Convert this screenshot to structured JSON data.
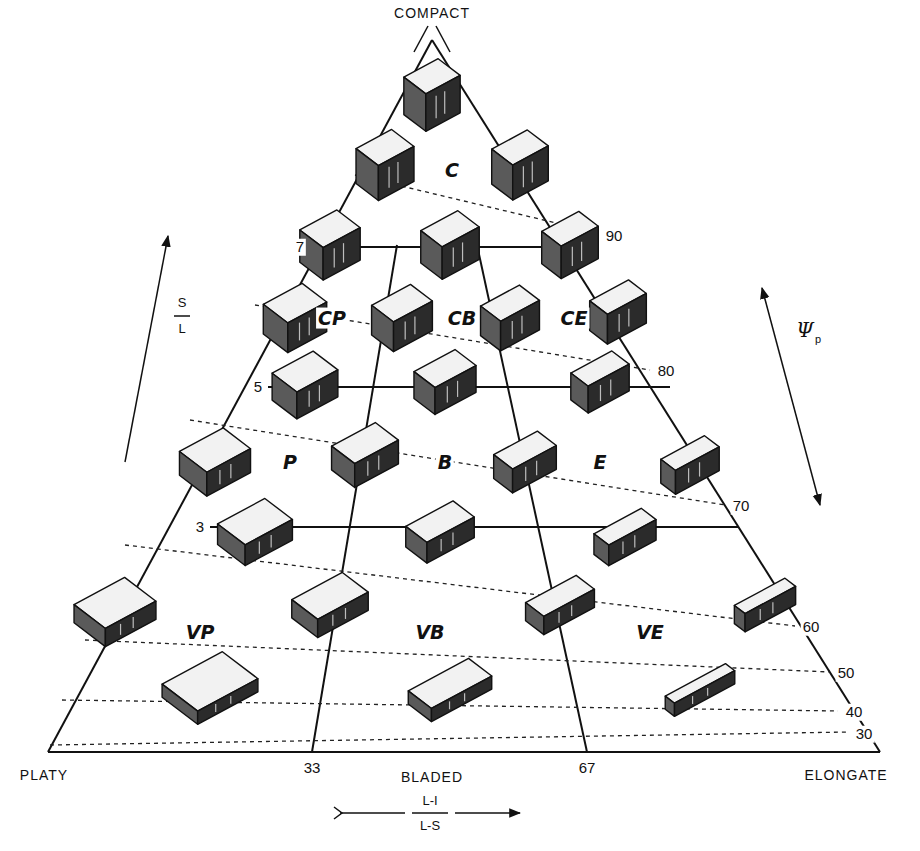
{
  "diagram": {
    "labels": [
      "COMPACT",
      "C",
      "CP",
      "CB",
      "CE",
      "P",
      "B",
      "E",
      "VP",
      "VB",
      "VE",
      "PLATY",
      "33",
      "BLADED",
      "67",
      "ELONGATE",
      "S",
      "L",
      "L-I",
      "L-S",
      "7",
      "5",
      "3",
      "90",
      "80",
      "70",
      "60",
      "50",
      "40",
      "30",
      "Ψ",
      "p"
    ]
  }
}
